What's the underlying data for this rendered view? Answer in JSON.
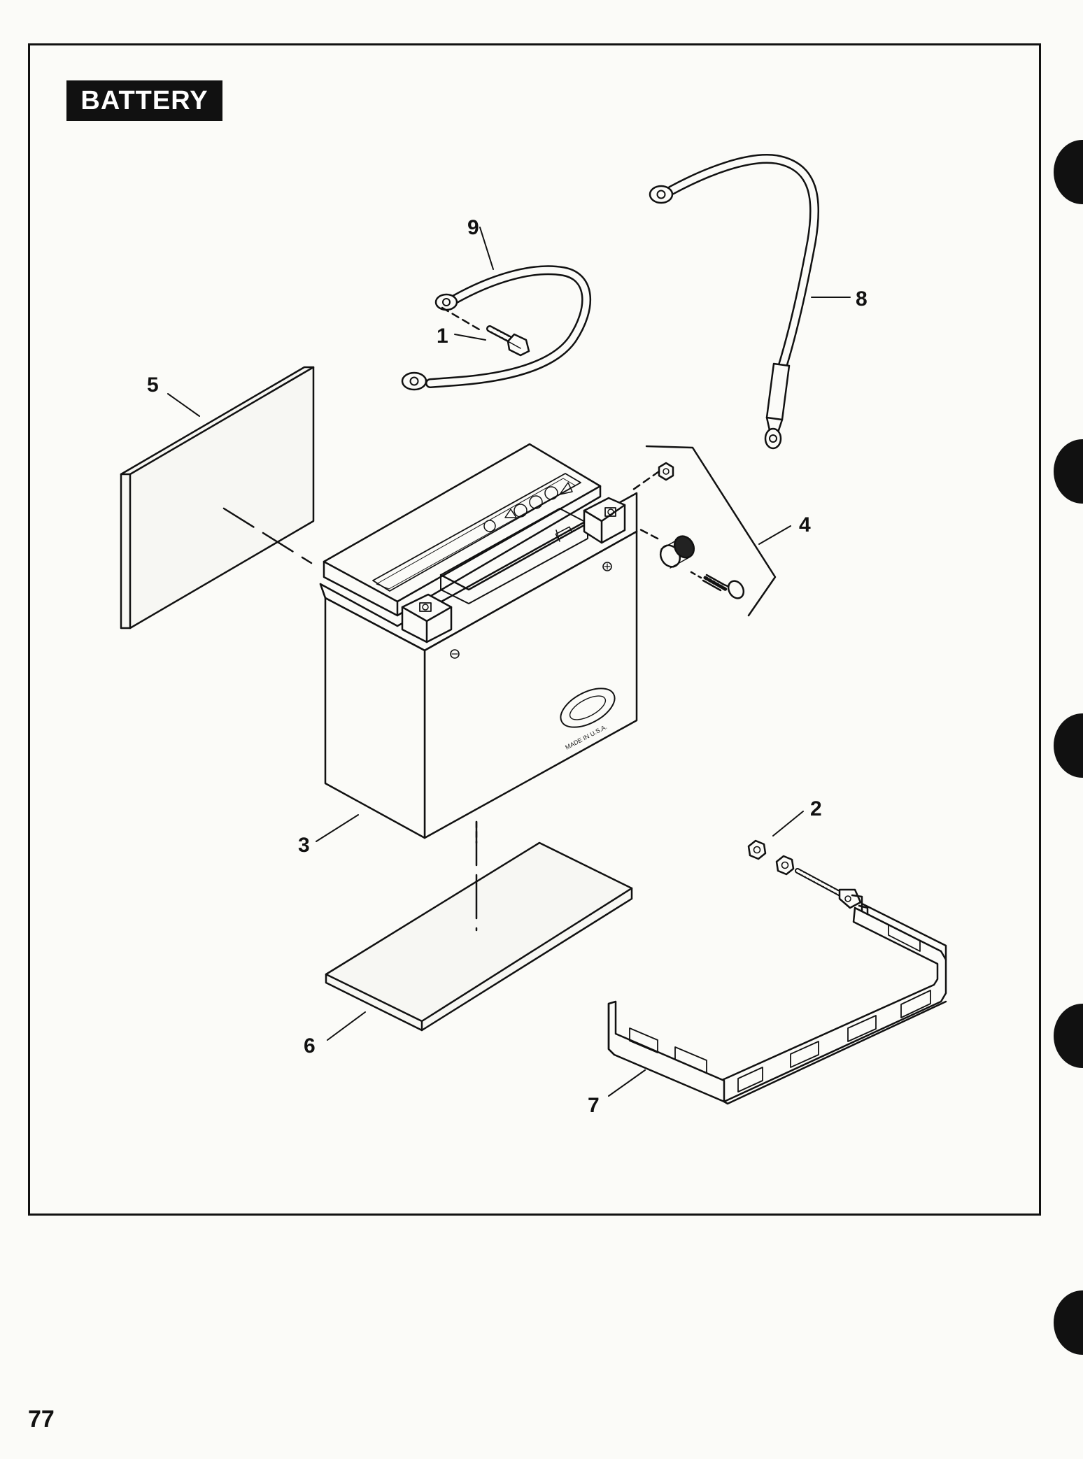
{
  "title": "BATTERY",
  "page_number": "77",
  "battery_markings": {
    "made_in": "MADE IN U.S.A."
  },
  "callouts": [
    {
      "id": "1",
      "part": "bolt"
    },
    {
      "id": "2",
      "part": "nuts"
    },
    {
      "id": "3",
      "part": "battery"
    },
    {
      "id": "4",
      "part": "terminal-hardware"
    },
    {
      "id": "5",
      "part": "side-pad"
    },
    {
      "id": "6",
      "part": "bottom-pad"
    },
    {
      "id": "7",
      "part": "battery-strap"
    },
    {
      "id": "8",
      "part": "long-cable"
    },
    {
      "id": "9",
      "part": "short-cable"
    }
  ],
  "colors": {
    "ink": "#111111",
    "paper": "#fbfbf8"
  }
}
